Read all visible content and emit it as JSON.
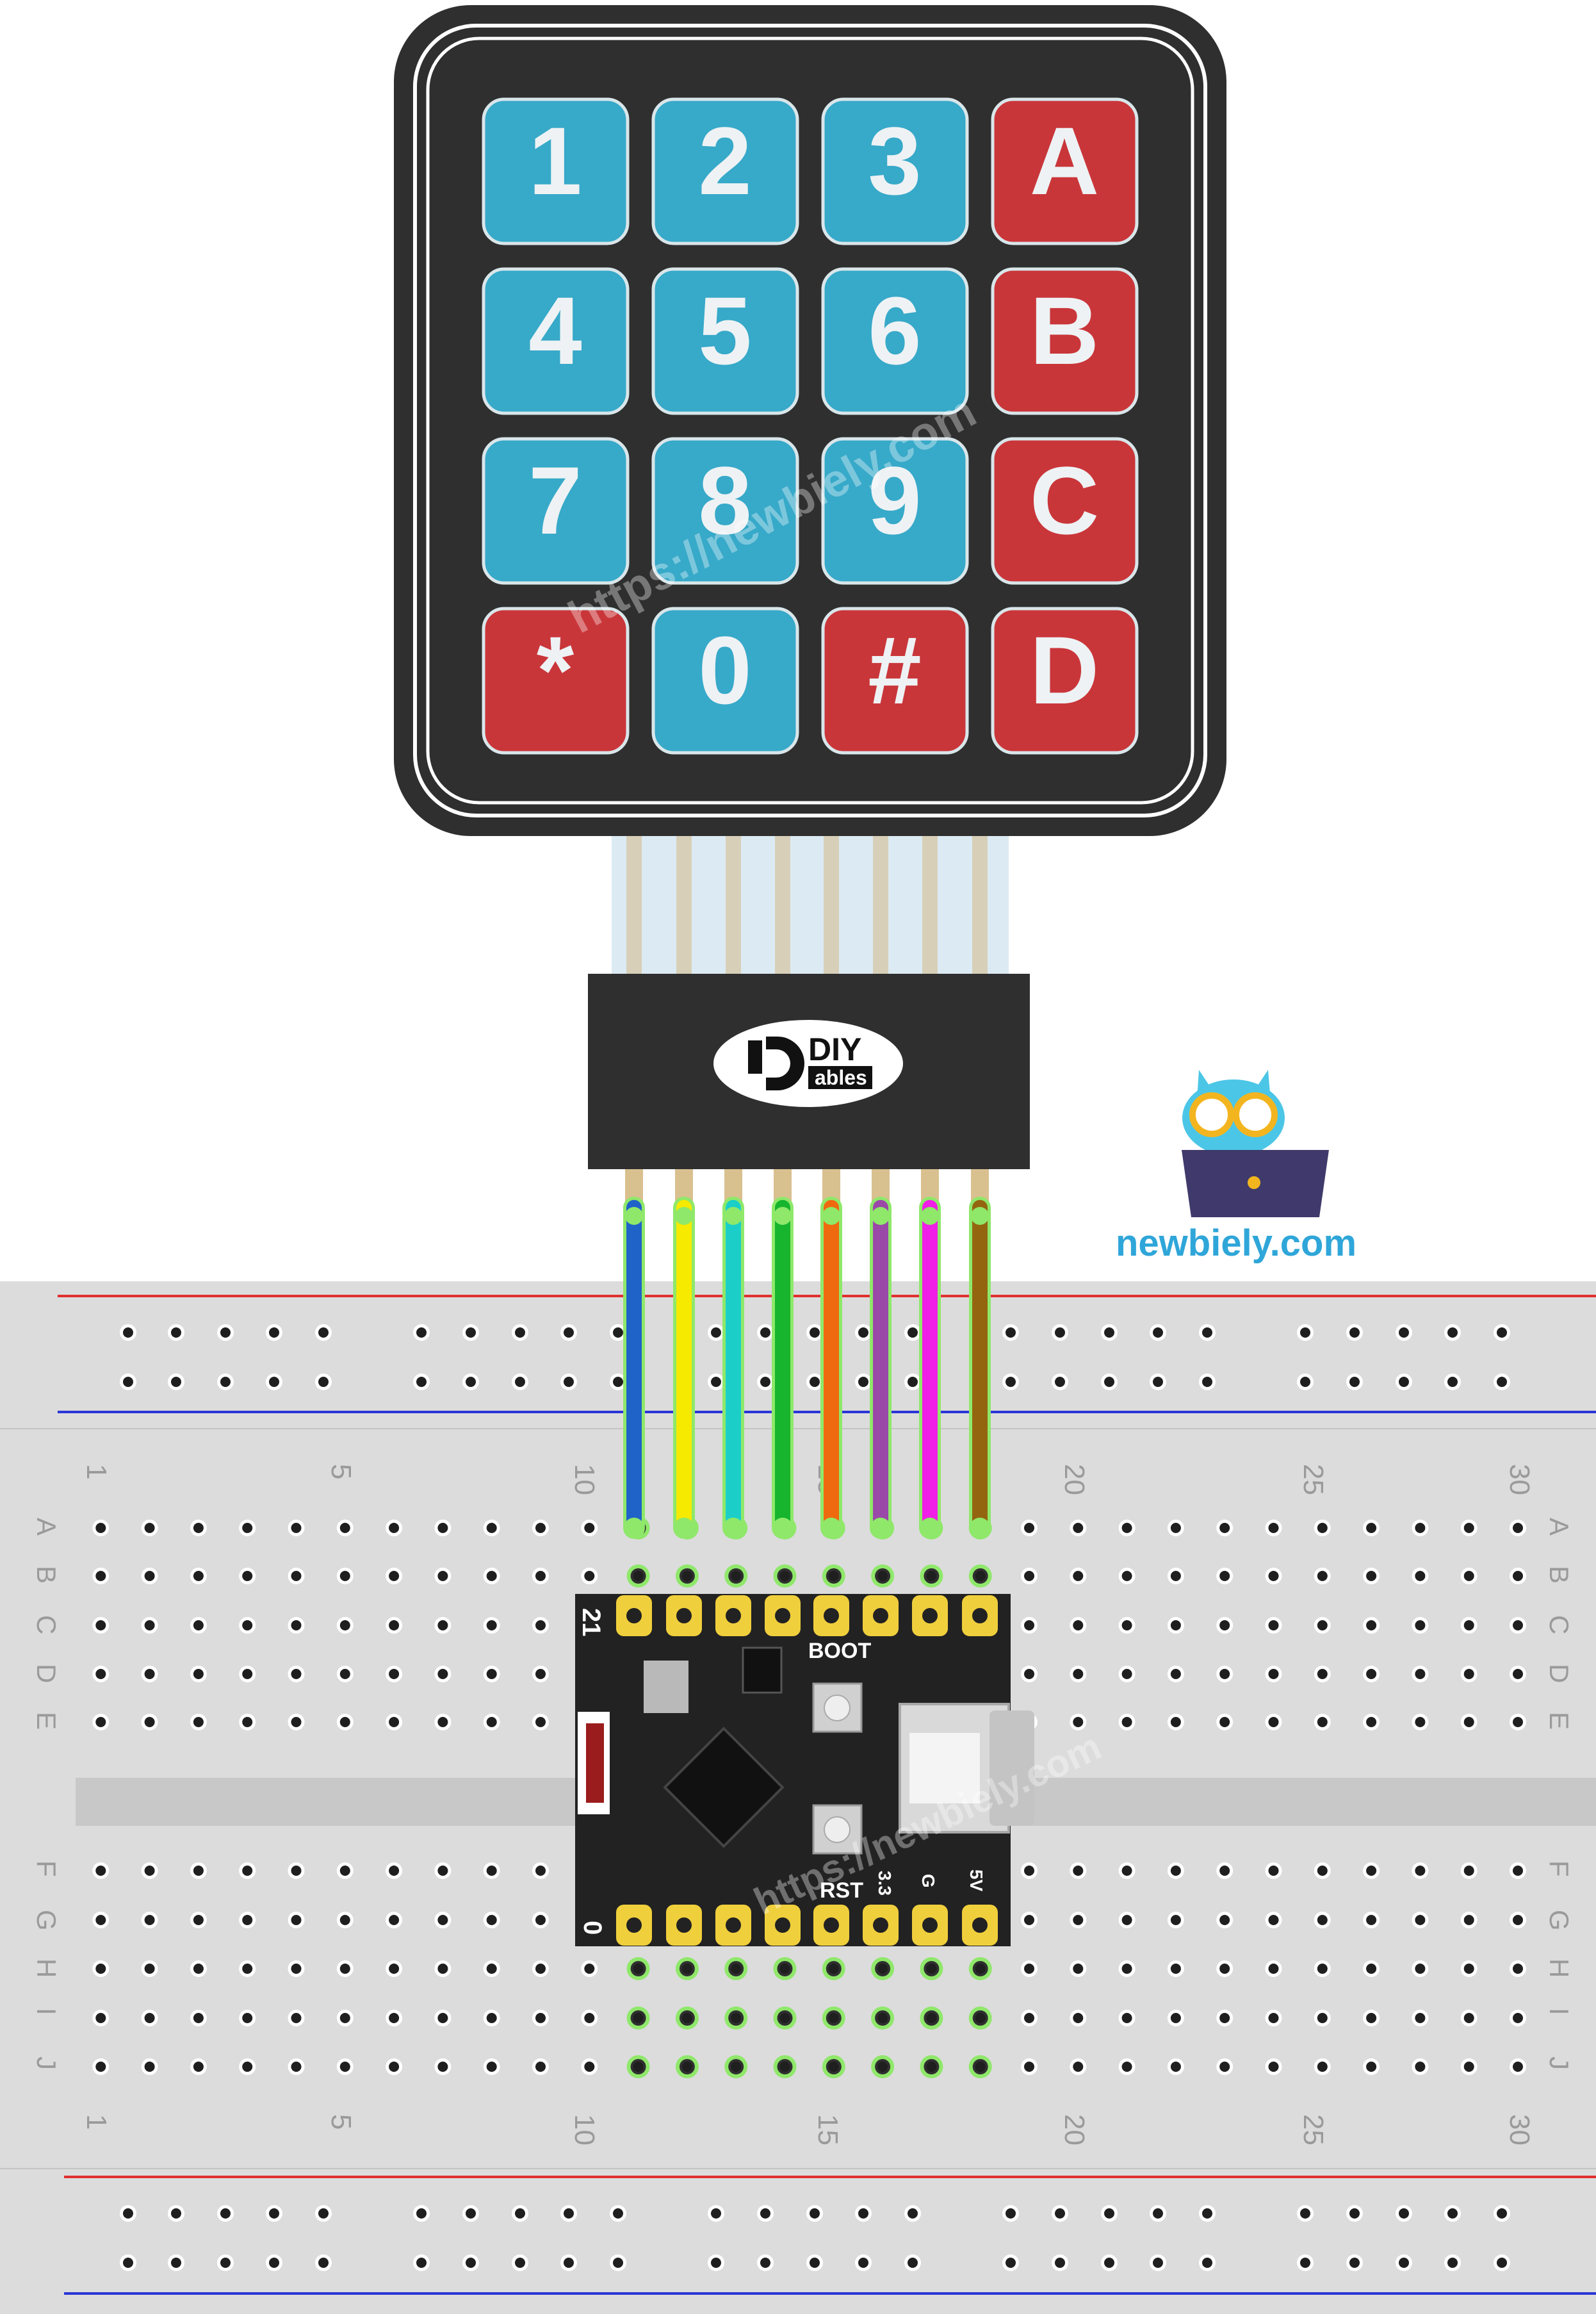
{
  "keypad": {
    "keys": [
      {
        "label": "1",
        "color": "blue"
      },
      {
        "label": "2",
        "color": "blue"
      },
      {
        "label": "3",
        "color": "blue"
      },
      {
        "label": "A",
        "color": "red"
      },
      {
        "label": "4",
        "color": "blue"
      },
      {
        "label": "5",
        "color": "blue"
      },
      {
        "label": "6",
        "color": "blue"
      },
      {
        "label": "B",
        "color": "red"
      },
      {
        "label": "7",
        "color": "blue"
      },
      {
        "label": "8",
        "color": "blue"
      },
      {
        "label": "9",
        "color": "blue"
      },
      {
        "label": "C",
        "color": "red"
      },
      {
        "label": "*",
        "color": "red"
      },
      {
        "label": "0",
        "color": "blue"
      },
      {
        "label": "#",
        "color": "red"
      },
      {
        "label": "D",
        "color": "red"
      }
    ],
    "colors": {
      "blue": "#37a9c9",
      "red": "#c9363a",
      "body": "#2f2f2f"
    }
  },
  "connector": {
    "logo_line1": "DIY",
    "logo_line2": "ables"
  },
  "wires": [
    {
      "color": "#1f63c8"
    },
    {
      "color": "#f5ea00"
    },
    {
      "color": "#1bcfc8"
    },
    {
      "color": "#17b52e"
    },
    {
      "color": "#ef6a0e"
    },
    {
      "color": "#9a49a8"
    },
    {
      "color": "#f01ee6"
    },
    {
      "color": "#94650f"
    }
  ],
  "breadboard": {
    "row_labels_top": [
      "A",
      "B",
      "C",
      "D",
      "E"
    ],
    "row_labels_bottom": [
      "F",
      "G",
      "H",
      "I",
      "J"
    ],
    "column_numbers": [
      "30",
      "25",
      "20",
      "15",
      "10",
      "5",
      "1"
    ]
  },
  "board": {
    "pin_top": "21",
    "pin_bottom": "0",
    "boot_label": "BOOT",
    "rst_label": "RST",
    "v33_label": "3.3",
    "g_label": "G",
    "v5_label": "5V"
  },
  "brand": {
    "site": "newbiely.com",
    "watermark": "https://newbiely.com"
  }
}
